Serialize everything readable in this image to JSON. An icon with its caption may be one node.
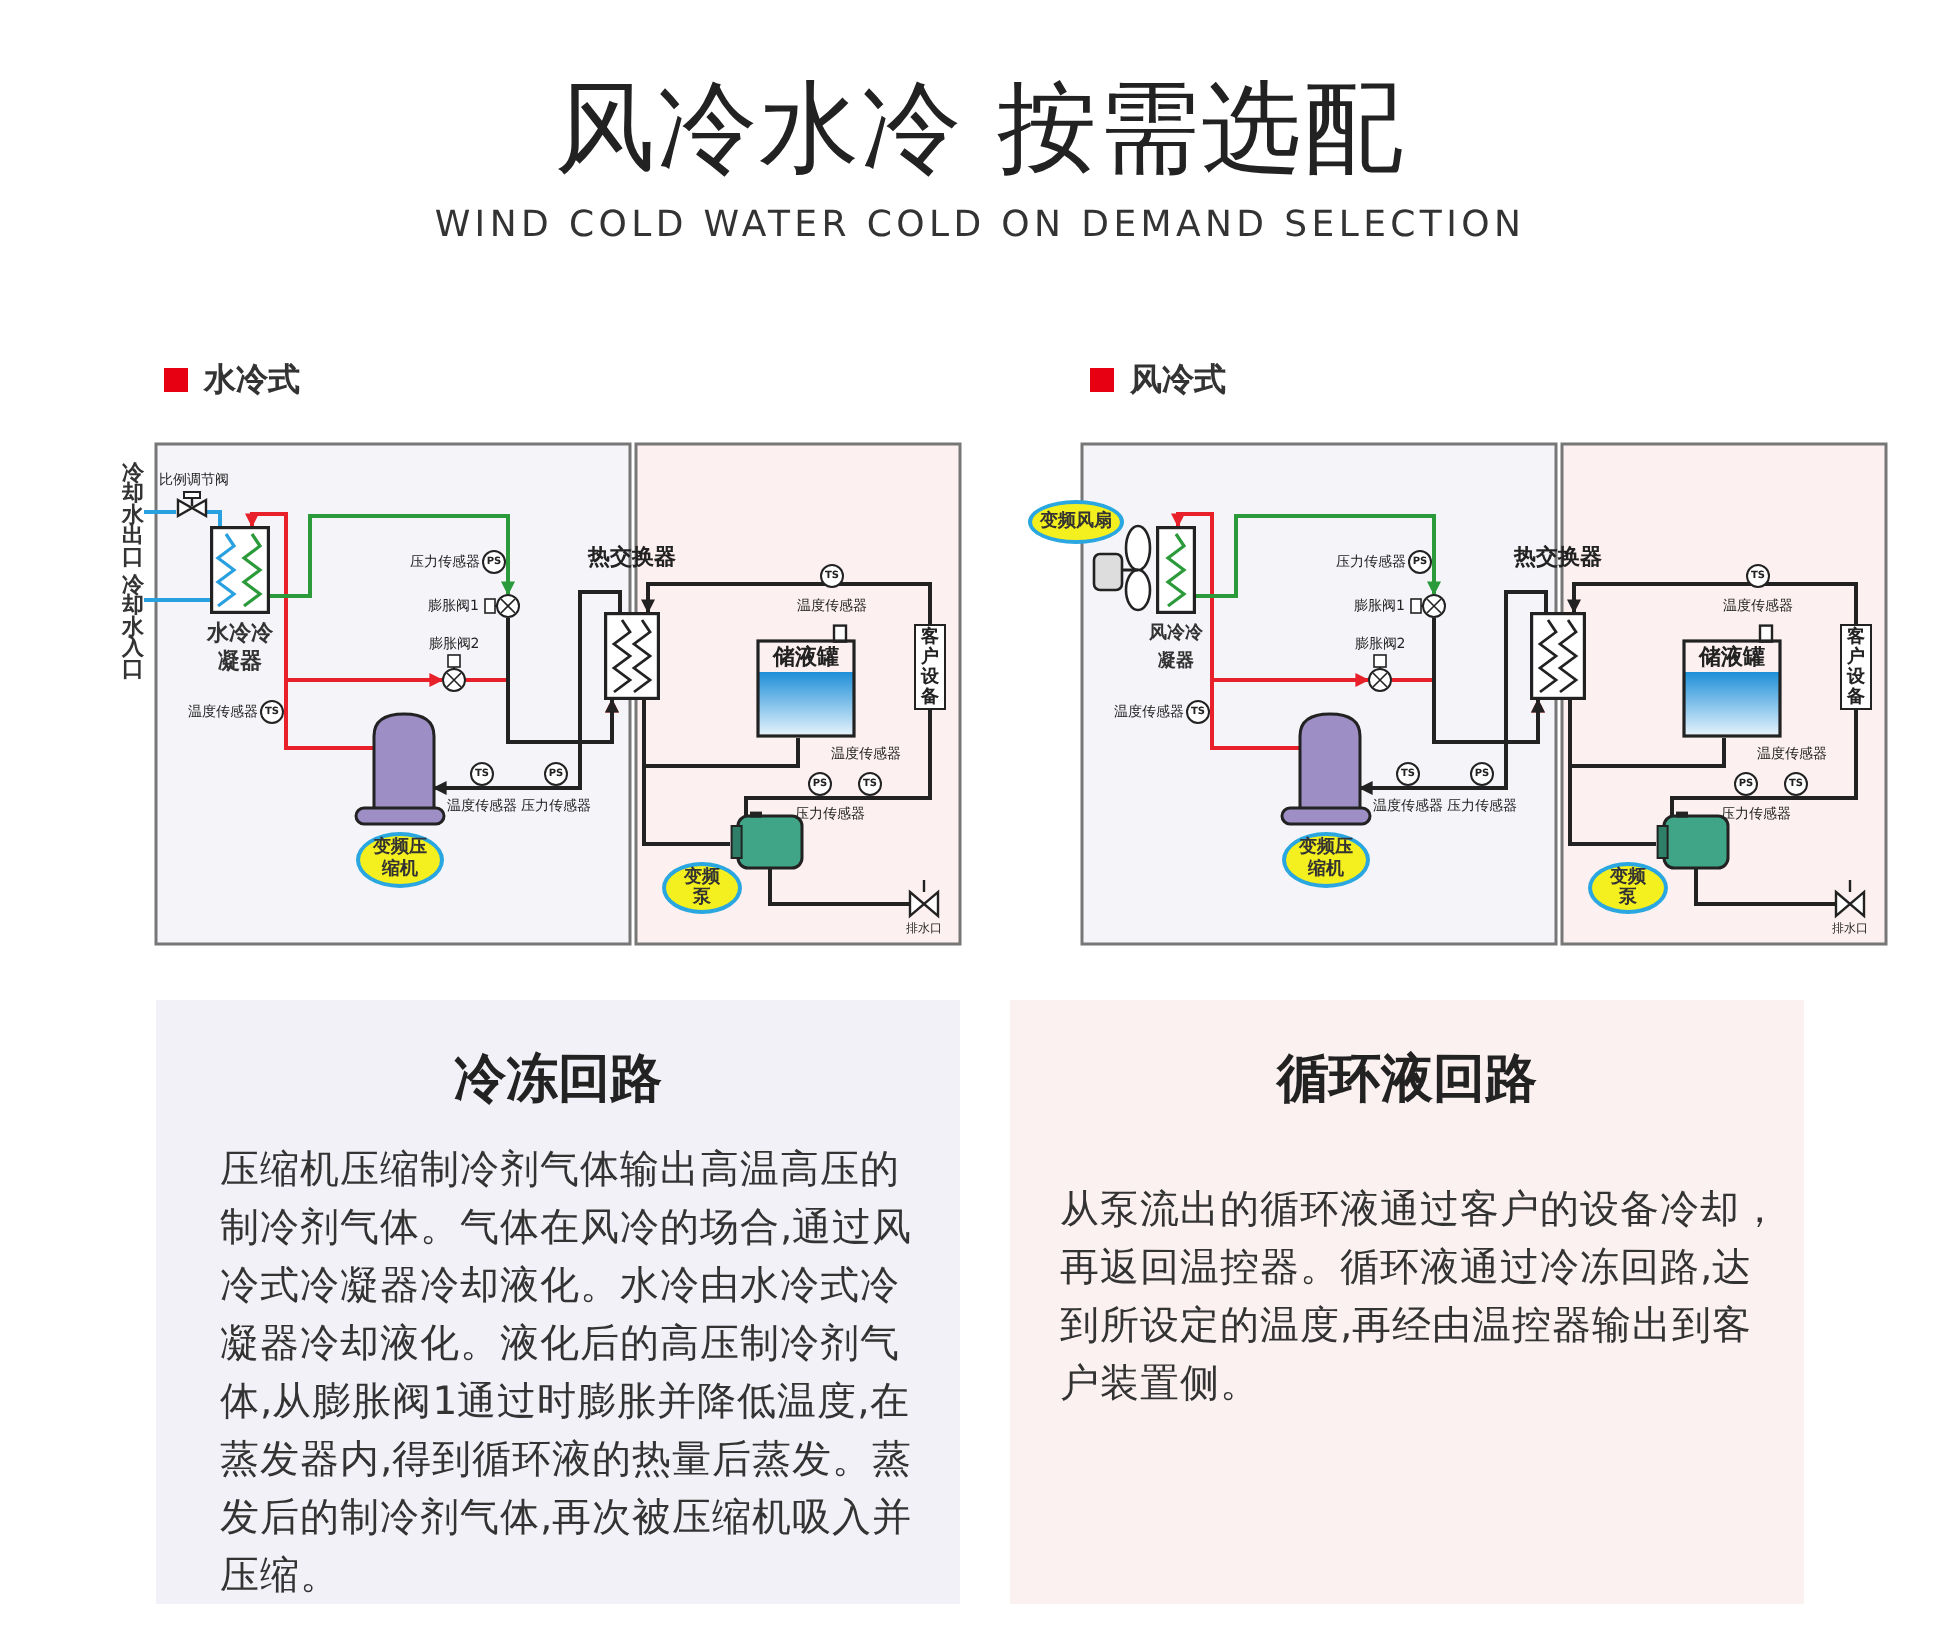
{
  "diagram": {
    "title": "风冷水冷 按需选配",
    "nodes": [
      {
        "text": [
          "冷却水出口"
        ]
      },
      {
        "text": [
          "冷却水入口"
        ]
      },
      {
        "text": [
          "比例调节阀"
        ]
      },
      {
        "text": [
          "水冷冷凝器"
        ]
      },
      {
        "text": [
          "膨胀阀1"
        ]
      },
      {
        "text": [
          "膨胀阀2"
        ]
      },
      {
        "text": [
          "变频压缩机"
        ]
      },
      {
        "text": [
          "热交换器"
        ]
      },
      {
        "text": [
          "储液罐"
        ]
      },
      {
        "text": [
          "客户设备"
        ]
      },
      {
        "text": [
          "变频泵"
        ]
      },
      {
        "text": [
          "排水口"
        ]
      },
      {
        "text": [
          "变频风扇"
        ]
      },
      {
        "text": [
          "风冷冷凝器"
        ]
      },
      {
        "text": [
          "膨胀阀1"
        ]
      },
      {
        "text": [
          "膨胀阀2"
        ]
      },
      {
        "text": [
          "变频压缩机"
        ]
      },
      {
        "text": [
          "热交换器"
        ]
      },
      {
        "text": [
          "储液罐"
        ]
      },
      {
        "text": [
          "客户设备"
        ]
      },
      {
        "text": [
          "变频泵"
        ]
      },
      {
        "text": [
          "排水口"
        ]
      },
      {
        "text": [
          "冷冻回路",
          "压缩机压缩制冷剂气体输出高温高压的制冷剂气体。气体在风冷的场合,通过风冷式冷凝器冷却液化。水冷由水冷式冷凝器冷却液化。液化后的高压制冷剂气体,从膨胀阀1通过时膨胀并降低温度,在蒸发器内,得到循环液的热量后蒸发。蒸发后的制冷剂气体,再次被压缩机吸入并压缩。"
        ]
      },
      {
        "text": [
          "循环液回路",
          "从泵流出的循环液通过客户的设备冷却，再返回温控器。循环液通过冷冻回路,达到所设定的温度,再经由温控器输出到客户装置侧。"
        ]
      }
    ],
    "edges": [
      {
        "from": 3,
        "to": 2,
        "arrow": "none",
        "color": "#29a0e0"
      },
      {
        "from": 2,
        "to": 0,
        "arrow": "none",
        "color": "#29a0e0"
      },
      {
        "from": 1,
        "to": 3,
        "arrow": "none",
        "color": "#29a0e0"
      },
      {
        "from": 6,
        "to": 3,
        "arrow": "to",
        "color": "#e8202a"
      },
      {
        "from": 3,
        "to": 4,
        "arrow": "to",
        "color": "#2a9a3a"
      },
      {
        "from": 6,
        "to": 5,
        "arrow": "to",
        "color": "#e8202a"
      },
      {
        "from": 5,
        "to": 7,
        "arrow": "to",
        "color": "#e8202a"
      },
      {
        "from": 4,
        "to": 7,
        "arrow": "to"
      },
      {
        "from": 7,
        "to": 6,
        "arrow": "to"
      },
      {
        "from": 9,
        "to": 7,
        "arrow": "to"
      },
      {
        "from": 7,
        "to": 10,
        "arrow": "none"
      },
      {
        "from": 8,
        "to": 10,
        "arrow": "none"
      },
      {
        "from": 10,
        "to": 9,
        "arrow": "none"
      },
      {
        "from": 10,
        "to": 11,
        "arrow": "none"
      },
      {
        "from": 16,
        "to": 13,
        "arrow": "to",
        "color": "#e8202a"
      },
      {
        "from": 13,
        "to": 14,
        "arrow": "to",
        "color": "#2a9a3a"
      },
      {
        "from": 16,
        "to": 15,
        "arrow": "to",
        "color": "#e8202a"
      },
      {
        "from": 15,
        "to": 17,
        "arrow": "to",
        "color": "#e8202a"
      },
      {
        "from": 14,
        "to": 17,
        "arrow": "to"
      },
      {
        "from": 17,
        "to": 16,
        "arrow": "to"
      },
      {
        "from": 19,
        "to": 17,
        "arrow": "to"
      },
      {
        "from": 17,
        "to": 20,
        "arrow": "none"
      },
      {
        "from": 18,
        "to": 20,
        "arrow": "none"
      },
      {
        "from": 20,
        "to": 19,
        "arrow": "none"
      },
      {
        "from": 20,
        "to": 21,
        "arrow": "none"
      }
    ],
    "labels": [
      "WIND COLD WATER COLD ON DEMAND SELECTION",
      "水冷式",
      "压力传感器",
      "PS",
      "温度传感器",
      "TS",
      "温度传感器",
      "TS",
      "温度传感器",
      "PS",
      "TS",
      "TS",
      "PS",
      "温度传感器",
      "压力传感器",
      "压力传感器",
      "风冷式",
      "压力传感器",
      "PS",
      "温度传感器",
      "TS",
      "温度传感器",
      "TS",
      "温度传感器",
      "PS",
      "TS",
      "TS",
      "PS",
      "温度传感器",
      "压力传感器",
      "压力传感器"
    ]
  }
}
